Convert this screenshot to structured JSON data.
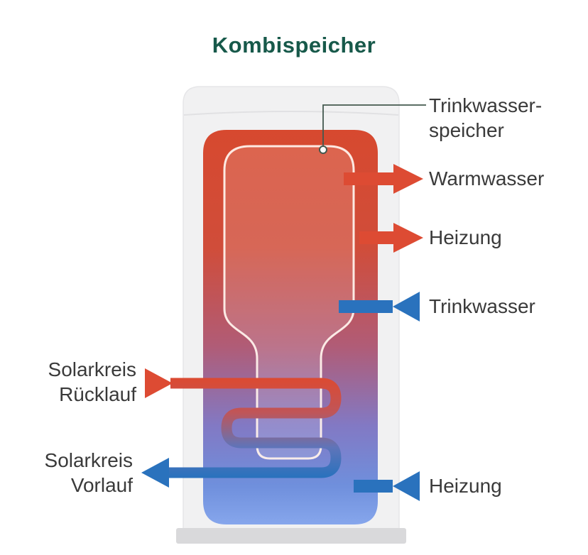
{
  "title": "Kombispeicher",
  "colors": {
    "title_green": "#17594a",
    "hot_red": "#dd4b33",
    "cold_blue": "#2a72bd",
    "label_text": "#3a3a3a",
    "tank_shell": "#f1f1f2",
    "tank_base": "#d9d9db",
    "pointer_line": "#44594f"
  },
  "diagram": {
    "labels": {
      "inner_tank": {
        "line1": "Trinkwasser-",
        "line2": "speicher"
      },
      "warmwasser": "Warmwasser",
      "heizung_top": "Heizung",
      "trinkwasser": "Trinkwasser",
      "solar_return": {
        "line1": "Solarkreis",
        "line2": "Rücklauf"
      },
      "solar_flow": {
        "line1": "Solarkreis",
        "line2": "Vorlauf"
      },
      "heizung_bottom": "Heizung"
    },
    "connections": [
      {
        "label": "Warmwasser",
        "color": "red",
        "direction": "out-right"
      },
      {
        "label": "Heizung",
        "color": "red",
        "direction": "out-right"
      },
      {
        "label": "Trinkwasser",
        "color": "blue",
        "direction": "in-from-right"
      },
      {
        "label": "Solarkreis Rücklauf",
        "color": "red",
        "direction": "in-from-left"
      },
      {
        "label": "Solarkreis Vorlauf",
        "color": "blue",
        "direction": "out-left"
      },
      {
        "label": "Heizung",
        "color": "blue",
        "direction": "in-from-right"
      }
    ]
  }
}
